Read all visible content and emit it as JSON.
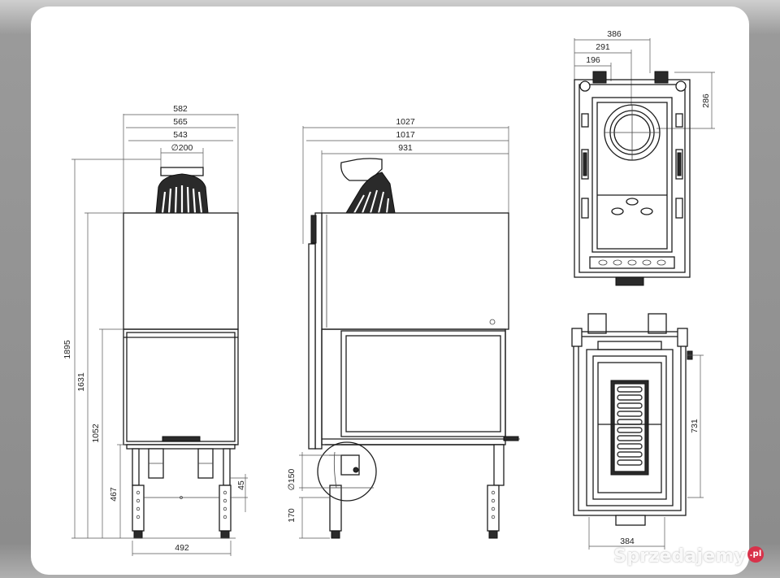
{
  "front_view": {
    "top_widths": [
      "582",
      "565",
      "543"
    ],
    "flue_diameter": "∅200",
    "heights": [
      "1895",
      "1631",
      "1052",
      "467"
    ],
    "leg_gap": "45",
    "base_width": "492"
  },
  "side_view": {
    "top_widths": [
      "1027",
      "1017",
      "931"
    ],
    "inlet_diameter": "∅150",
    "inlet_height": "170"
  },
  "top_view": {
    "widths": [
      "386",
      "291",
      "196"
    ],
    "depth": "286"
  },
  "section_view": {
    "height": "731",
    "width": "384"
  },
  "watermark": {
    "text": "Sprzedajemy",
    "badge": ".pl"
  }
}
